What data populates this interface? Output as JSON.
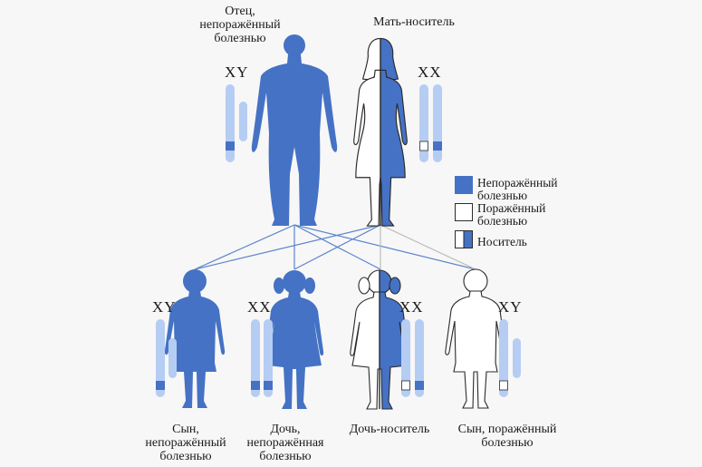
{
  "parents": {
    "father": {
      "label_lines": [
        "Отец,",
        "непоражённый",
        "болезнью"
      ],
      "chromosomes": "XY"
    },
    "mother": {
      "label_lines": [
        "Мать-носитель"
      ],
      "chromosomes": "XX"
    }
  },
  "children": [
    {
      "label_lines": [
        "Сын,",
        "непоражённый",
        "болезнью"
      ],
      "chromosomes": "XY"
    },
    {
      "label_lines": [
        "Дочь,",
        "непоражённая",
        "болезнью"
      ],
      "chromosomes": "XX"
    },
    {
      "label_lines": [
        "Дочь-носитель"
      ],
      "chromosomes": "XX"
    },
    {
      "label_lines": [
        "Сын, поражённый",
        "болезнью"
      ],
      "chromosomes": "XY"
    }
  ],
  "legend": [
    {
      "lines": [
        "Непоражённый",
        "болезнью"
      ],
      "swatch": "unaffected"
    },
    {
      "lines": [
        "Поражённый",
        "болезнью"
      ],
      "swatch": "affected"
    },
    {
      "lines": [
        "Носитель"
      ],
      "swatch": "carrier"
    }
  ],
  "colors": {
    "blue": "#4572c4",
    "light_blue": "#b6cdf3",
    "outline": "#2b2b2b",
    "line_blue": "#5b84cc",
    "line_gray": "#bdbdbd"
  }
}
